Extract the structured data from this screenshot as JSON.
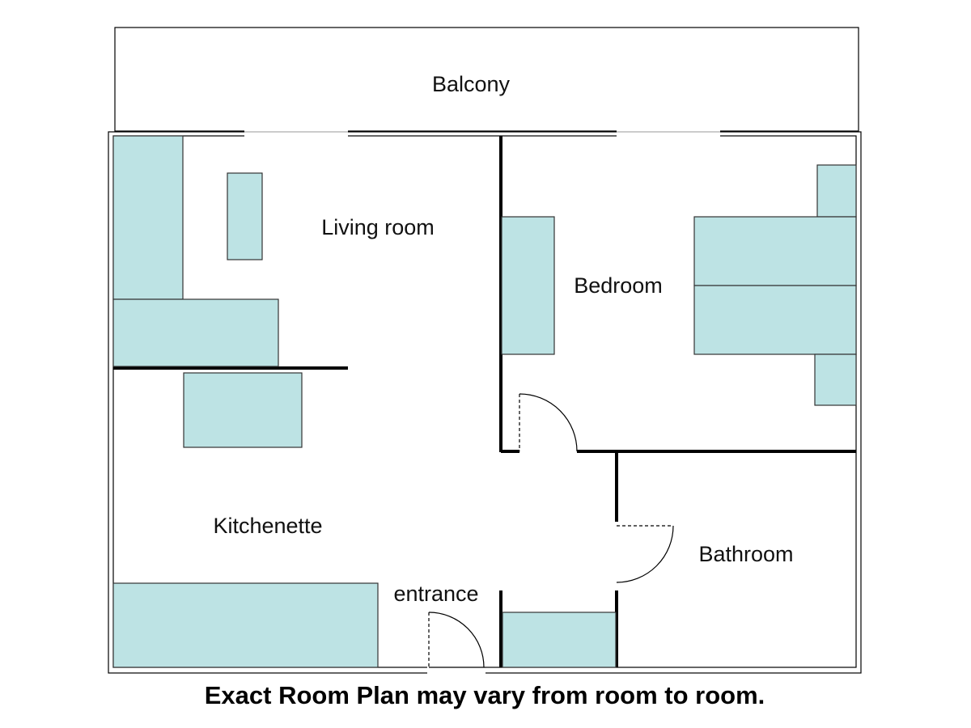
{
  "colors": {
    "furniture": "#bde3e4",
    "wall": "#000000",
    "background": "#ffffff"
  },
  "rooms": {
    "balcony": "Balcony",
    "living_room": "Living room",
    "bedroom": "Bedroom",
    "kitchenette": "Kitchenette",
    "bathroom": "Bathroom",
    "entrance": "entrance"
  },
  "caption": "Exact Room Plan may vary from room to room."
}
